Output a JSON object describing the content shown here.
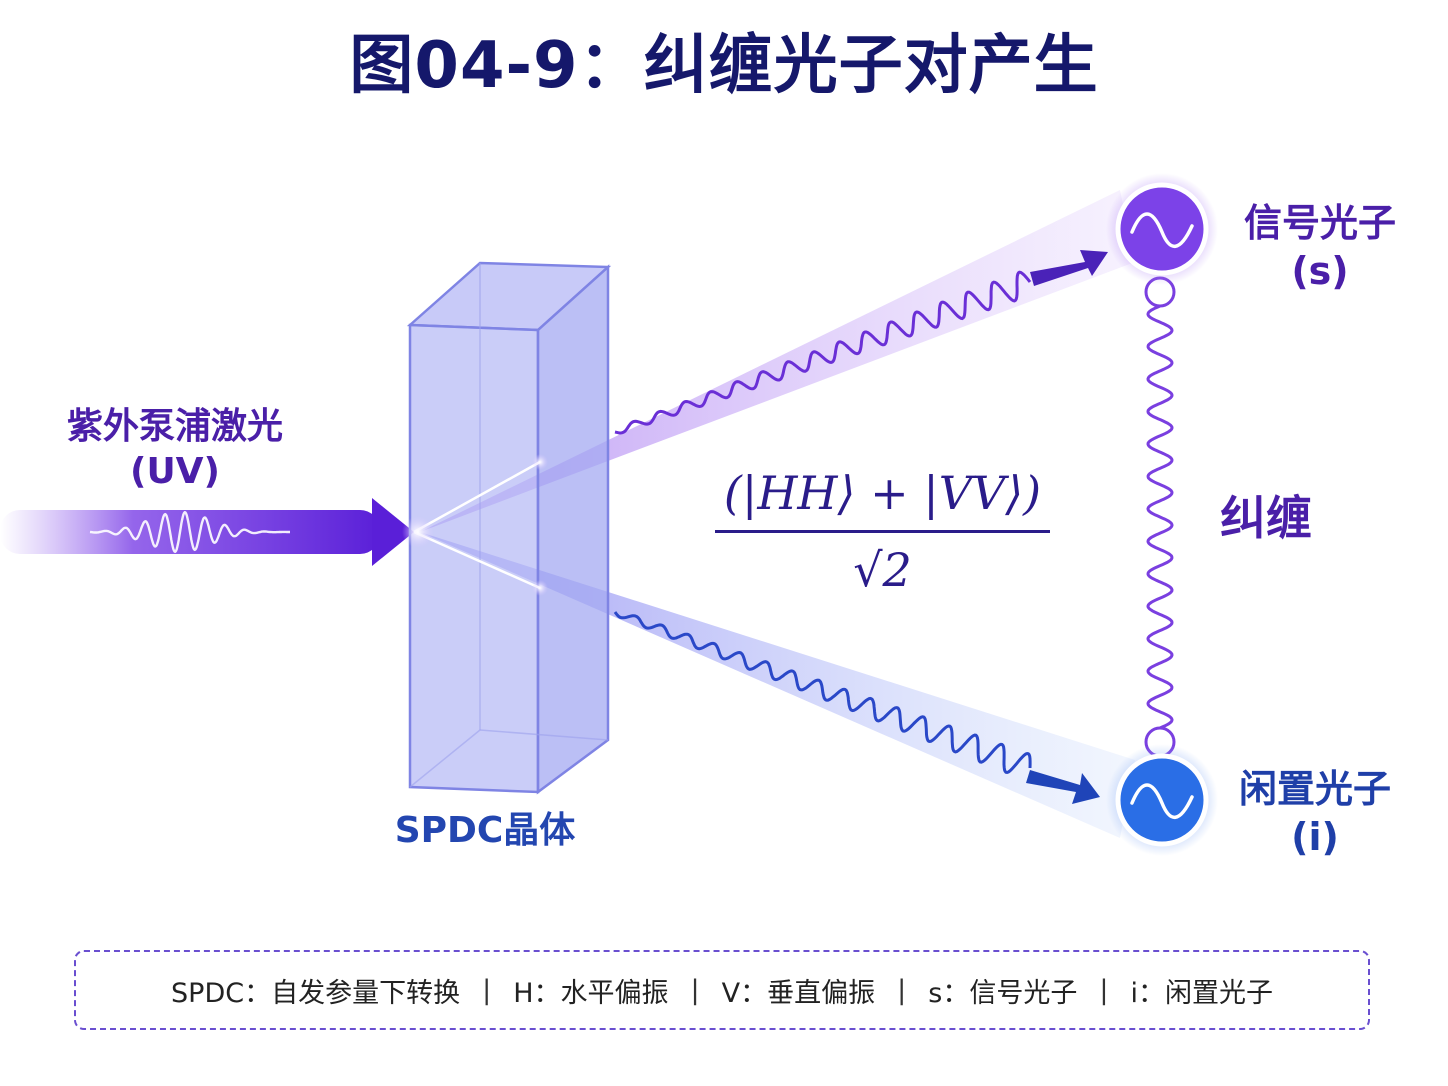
{
  "title": "图04-9：纠缠光子对产生",
  "labels": {
    "pump": [
      "紫外泵浦激光",
      "(UV)"
    ],
    "crystal": "SPDC晶体",
    "signal": [
      "信号光子",
      "(s)"
    ],
    "idler": [
      "闲置光子",
      "(i)"
    ],
    "entanglement": "纠缠"
  },
  "formula": {
    "numerator": "(|HH⟩ + |VV⟩)",
    "denominator": "√2"
  },
  "legend": [
    "SPDC：自发参量下转换",
    "H：水平偏振",
    "V：垂直偏振",
    "s：信号光子",
    "i：闲置光子"
  ],
  "colors": {
    "title": "#15186b",
    "pump": "#5a22d6",
    "signal": "#7a3fe0",
    "idler": "#2a66e0",
    "crystal": "#8b8fe8",
    "entangle_wave": "#7a3fe0",
    "legend_border": "#6a4fd0"
  },
  "icons": [
    "pump-arrow-icon",
    "signal-photon-wave-icon",
    "idler-photon-wave-icon"
  ]
}
